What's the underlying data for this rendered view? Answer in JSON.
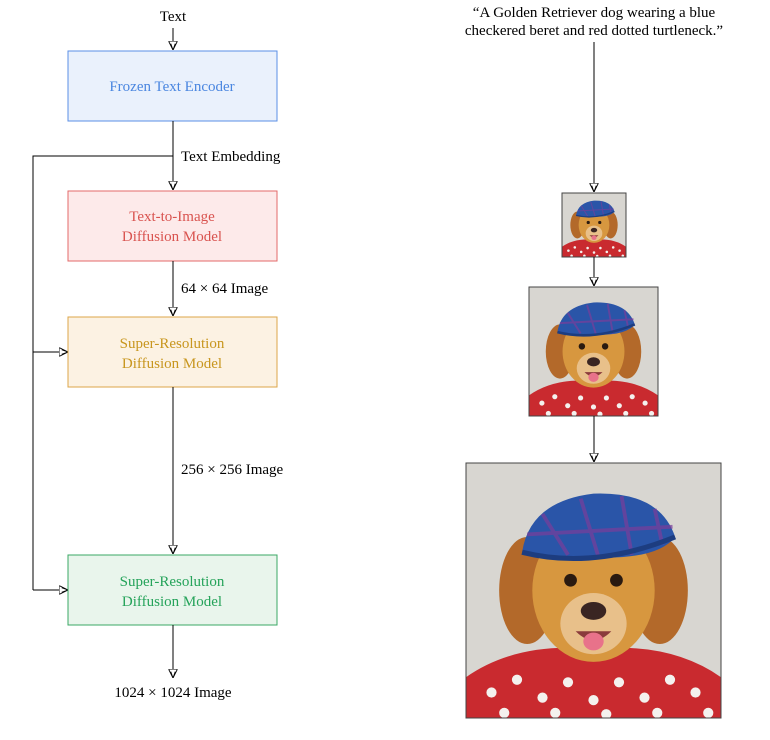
{
  "pipeline": {
    "input_label": "Text",
    "encoder": {
      "label": "Frozen Text Encoder",
      "fill": "#eaf1fc",
      "stroke": "#5b8fe6",
      "text_color": "#4a86e0"
    },
    "embedding_label": "Text Embedding",
    "t2i": {
      "line1": "Text-to-Image",
      "line2": "Diffusion Model",
      "fill": "#fdeaea",
      "stroke": "#e36a6a",
      "text_color": "#d9534f"
    },
    "res1_label": "64 × 64 Image",
    "sr1": {
      "line1": "Super-Resolution",
      "line2": "Diffusion Model",
      "fill": "#fcf2e3",
      "stroke": "#dca64a",
      "text_color": "#c8961e"
    },
    "res2_label": "256 × 256 Image",
    "sr2": {
      "line1": "Super-Resolution",
      "line2": "Diffusion Model",
      "fill": "#e9f5ec",
      "stroke": "#3aa864",
      "text_color": "#25a35a"
    },
    "output_label": "1024 × 1024 Image"
  },
  "example": {
    "prompt_line1": "“A Golden Retriever dog wearing a blue",
    "prompt_line2": "checkered beret and red dotted turtleneck.”",
    "images": [
      {
        "name": "output-64"
      },
      {
        "name": "output-256"
      },
      {
        "name": "output-1024"
      }
    ]
  }
}
